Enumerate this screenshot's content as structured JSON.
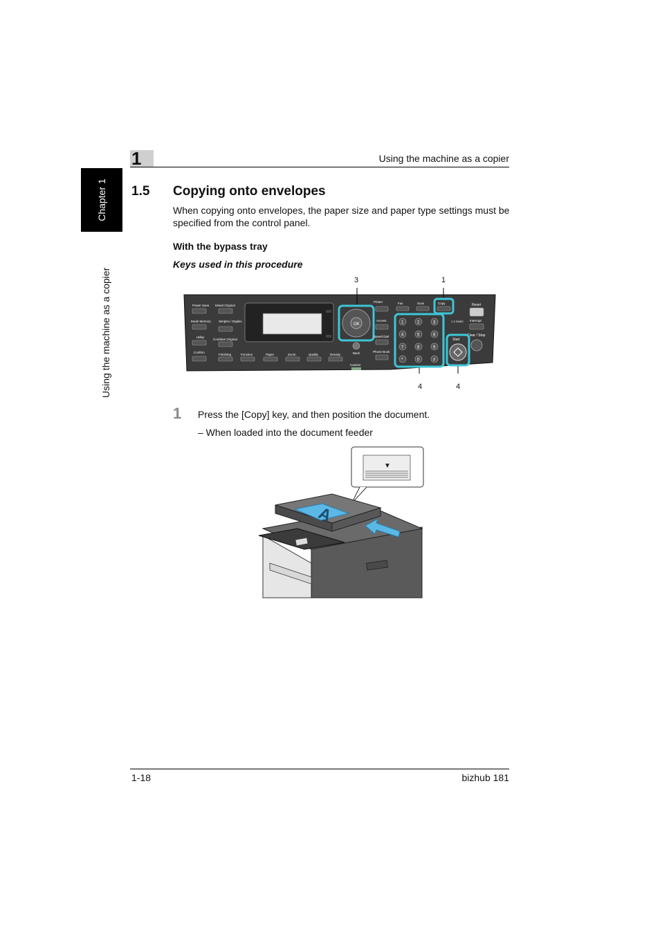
{
  "sidebar": {
    "chapter_label": "Chapter 1",
    "section_label": "Using the machine as a copier"
  },
  "header": {
    "chapter_number": "1",
    "title": "Using the machine as a copier"
  },
  "section": {
    "number": "1.5",
    "title": "Copying onto envelopes",
    "intro": "When copying onto envelopes, the paper size and paper type settings must be specified from the control panel.",
    "subheading": "With the bypass tray",
    "keys_heading": "Keys used in this procedure"
  },
  "control_panel": {
    "callouts": [
      "3",
      "1",
      "4",
      "4"
    ],
    "left_keys": [
      "Power Save",
      "Mixed Original",
      "Mode Memory",
      "Simplex / Duplex",
      "Utility",
      "Combine Original",
      "Confirm",
      "Finishing",
      "Function",
      "Paper",
      "Zoom",
      "Quality",
      "Density"
    ],
    "nav_keys": [
      "Printer",
      "Access",
      "Speed Dial",
      "Phone Book",
      "Back",
      "Caution"
    ],
    "mode_keys": [
      "Fax",
      "Scan",
      "Copy"
    ],
    "right_keys": [
      "Reset",
      "Interrupt",
      "Clear / Stop",
      "Start",
      "1.2.3/ABC"
    ],
    "ok_label": "OK",
    "keypad": [
      "1",
      "2",
      "3",
      "4",
      "5",
      "6",
      "7",
      "8",
      "9",
      "*",
      "0",
      "#"
    ]
  },
  "steps": [
    {
      "number": "1",
      "text": "Press the [Copy] key, and then position the document.",
      "substep": "–   When loaded into the document feeder"
    }
  ],
  "illustration": {
    "document_letter": "A",
    "indicator_glyph": "▼"
  },
  "footer": {
    "page": "1-18",
    "product": "bizhub 181"
  },
  "colors": {
    "highlight": "#3ec6d6",
    "panel": "#3b3b3b",
    "document": "#5bb8e6"
  }
}
